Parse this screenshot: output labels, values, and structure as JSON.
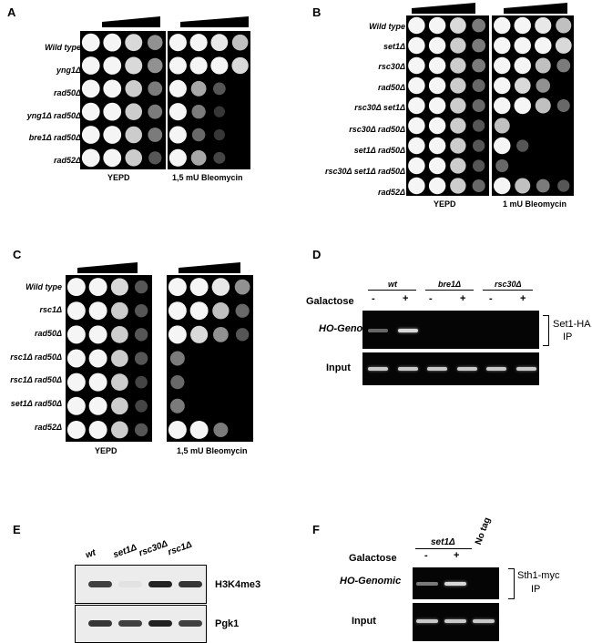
{
  "panels": {
    "A": {
      "label": "A",
      "strains": [
        "Wild type",
        "yng1Δ",
        "rad50Δ",
        "yng1Δ rad50Δ",
        "bre1Δ rad50Δ",
        "rad52Δ"
      ],
      "plate1": "YEPD",
      "plate2": "1,5 mU Bleomycin",
      "growth1": [
        [
          1,
          1,
          0.9,
          0.6
        ],
        [
          1,
          1,
          0.9,
          0.6
        ],
        [
          1,
          1,
          0.85,
          0.5
        ],
        [
          1,
          1,
          0.85,
          0.5
        ],
        [
          1,
          1,
          0.85,
          0.5
        ],
        [
          1,
          1,
          0.85,
          0.3
        ]
      ],
      "growth2": [
        [
          1,
          1,
          0.95,
          0.8
        ],
        [
          1,
          1,
          1,
          0.9
        ],
        [
          1,
          0.7,
          0.3,
          0
        ],
        [
          1,
          0.5,
          0.1,
          0
        ],
        [
          1,
          0.4,
          0.1,
          0
        ],
        [
          1,
          0.7,
          0.2,
          0
        ]
      ]
    },
    "B": {
      "label": "B",
      "strains": [
        "Wild type",
        "set1Δ",
        "rsc30Δ",
        "rad50Δ",
        "rsc30Δ set1Δ",
        "rsc30Δ rad50Δ",
        "set1Δ rad50Δ",
        "rsc30Δ set1Δ rad50Δ",
        "rad52Δ"
      ],
      "plate1": "YEPD",
      "plate2": "1 mU Bleomycin",
      "growth1": [
        [
          1,
          1,
          0.9,
          0.5
        ],
        [
          1,
          1,
          0.85,
          0.5
        ],
        [
          1,
          1,
          0.85,
          0.5
        ],
        [
          1,
          1,
          0.85,
          0.4
        ],
        [
          1,
          1,
          0.85,
          0.4
        ],
        [
          1,
          1,
          0.85,
          0.3
        ],
        [
          1,
          1,
          0.85,
          0.3
        ],
        [
          1,
          1,
          0.85,
          0.3
        ],
        [
          1,
          1,
          0.85,
          0.4
        ]
      ],
      "growth2": [
        [
          1,
          1,
          0.95,
          0.8
        ],
        [
          1,
          1,
          1,
          0.9
        ],
        [
          1,
          1,
          0.8,
          0.5
        ],
        [
          1,
          0.9,
          0.6,
          0
        ],
        [
          1,
          1,
          0.8,
          0.4
        ],
        [
          0.8,
          0,
          0,
          0
        ],
        [
          1,
          0.3,
          0,
          0
        ],
        [
          0.4,
          0,
          0,
          0
        ],
        [
          1,
          0.8,
          0.5,
          0.3
        ]
      ]
    },
    "C": {
      "label": "C",
      "strains": [
        "Wild type",
        "rsc1Δ",
        "rad50Δ",
        "rsc1Δ rad50Δ",
        "rsc1Δ rad50Δ",
        "set1Δ rad50Δ",
        "rad52Δ"
      ],
      "plate1": "YEPD",
      "plate2": "1,5 mU Bleomycin",
      "growth1": [
        [
          1,
          1,
          0.9,
          0.3
        ],
        [
          1,
          1,
          0.85,
          0.3
        ],
        [
          1,
          1,
          0.85,
          0.3
        ],
        [
          1,
          1,
          0.85,
          0.3
        ],
        [
          1,
          1,
          0.85,
          0.2
        ],
        [
          1,
          1,
          0.85,
          0.2
        ],
        [
          1,
          1,
          0.85,
          0.3
        ]
      ],
      "growth2": [
        [
          1,
          1,
          0.95,
          0.6
        ],
        [
          1,
          1,
          0.8,
          0.4
        ],
        [
          1,
          0.9,
          0.6,
          0.3
        ],
        [
          0.5,
          0,
          0,
          0
        ],
        [
          0.4,
          0,
          0,
          0
        ],
        [
          0.5,
          0,
          0,
          0
        ],
        [
          1,
          1,
          0.5,
          0
        ]
      ]
    },
    "D": {
      "label": "D",
      "groups": [
        "wt",
        "bre1Δ",
        "rsc30Δ"
      ],
      "condition": "Galactose",
      "signs": [
        "-",
        "+",
        "-",
        "+",
        "-",
        "+"
      ],
      "row1": "HO-Genomic",
      "row2": "Input",
      "bracket": [
        "Set1-HA",
        "IP"
      ],
      "ip_signal": [
        0.3,
        1,
        0,
        0,
        0,
        0
      ],
      "input_signal": [
        0.9,
        0.9,
        0.9,
        0.9,
        0.9,
        0.9
      ]
    },
    "E": {
      "label": "E",
      "lanes": [
        "wt",
        "set1Δ",
        "rsc30Δ",
        "rsc1Δ"
      ],
      "row1": "H3K4me3",
      "row2": "Pgk1",
      "h3k4me3_signal": [
        0.85,
        0.05,
        1,
        0.9
      ],
      "pgk1_signal": [
        0.9,
        0.85,
        1,
        0.85
      ]
    },
    "F": {
      "label": "F",
      "group": "set1Δ",
      "notag": "No tag",
      "condition": "Galactose",
      "signs": [
        "-",
        "+"
      ],
      "row1": "HO-Genomic",
      "row2": "Input",
      "bracket": [
        "Sth1-myc",
        "IP"
      ],
      "ip_signal": [
        0.4,
        1,
        0
      ],
      "input_signal": [
        0.9,
        0.9,
        0.9
      ]
    }
  }
}
